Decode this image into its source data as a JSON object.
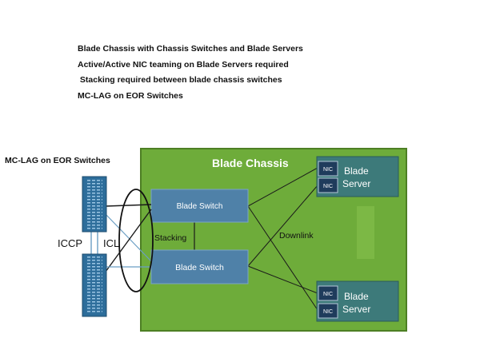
{
  "bullets": [
    "Blade Chassis with Chassis Switches and Blade Servers",
    "Active/Active NIC teaming on Blade Servers required",
    " Stacking required between blade chassis switches",
    "MC-LAG on EOR Switches"
  ],
  "eor": {
    "title": "MC-LAG on EOR Switches",
    "iccp": "ICCP",
    "icl": "ICL"
  },
  "chassis": {
    "title": "Blade Chassis"
  },
  "switch_top": {
    "label": "Blade Switch"
  },
  "switch_bottom": {
    "label": "Blade Switch"
  },
  "stacking": "Stacking",
  "downlink": "Downlink",
  "server_top": {
    "nic1": "NIC",
    "nic2": "NIC",
    "line1": "Blade",
    "line2": "Server"
  },
  "server_bottom": {
    "nic1": "NIC",
    "nic2": "NIC",
    "line1": "Blade",
    "line2": "Server"
  },
  "colors": {
    "chassis_green": "#6eac3a",
    "chassis_border": "#4d7f24",
    "switch_blue": "#4f81a8",
    "server_teal": "#3d7a7a",
    "nic_navy": "#1f3c5c",
    "eor_blue": "#2d6d9a"
  }
}
